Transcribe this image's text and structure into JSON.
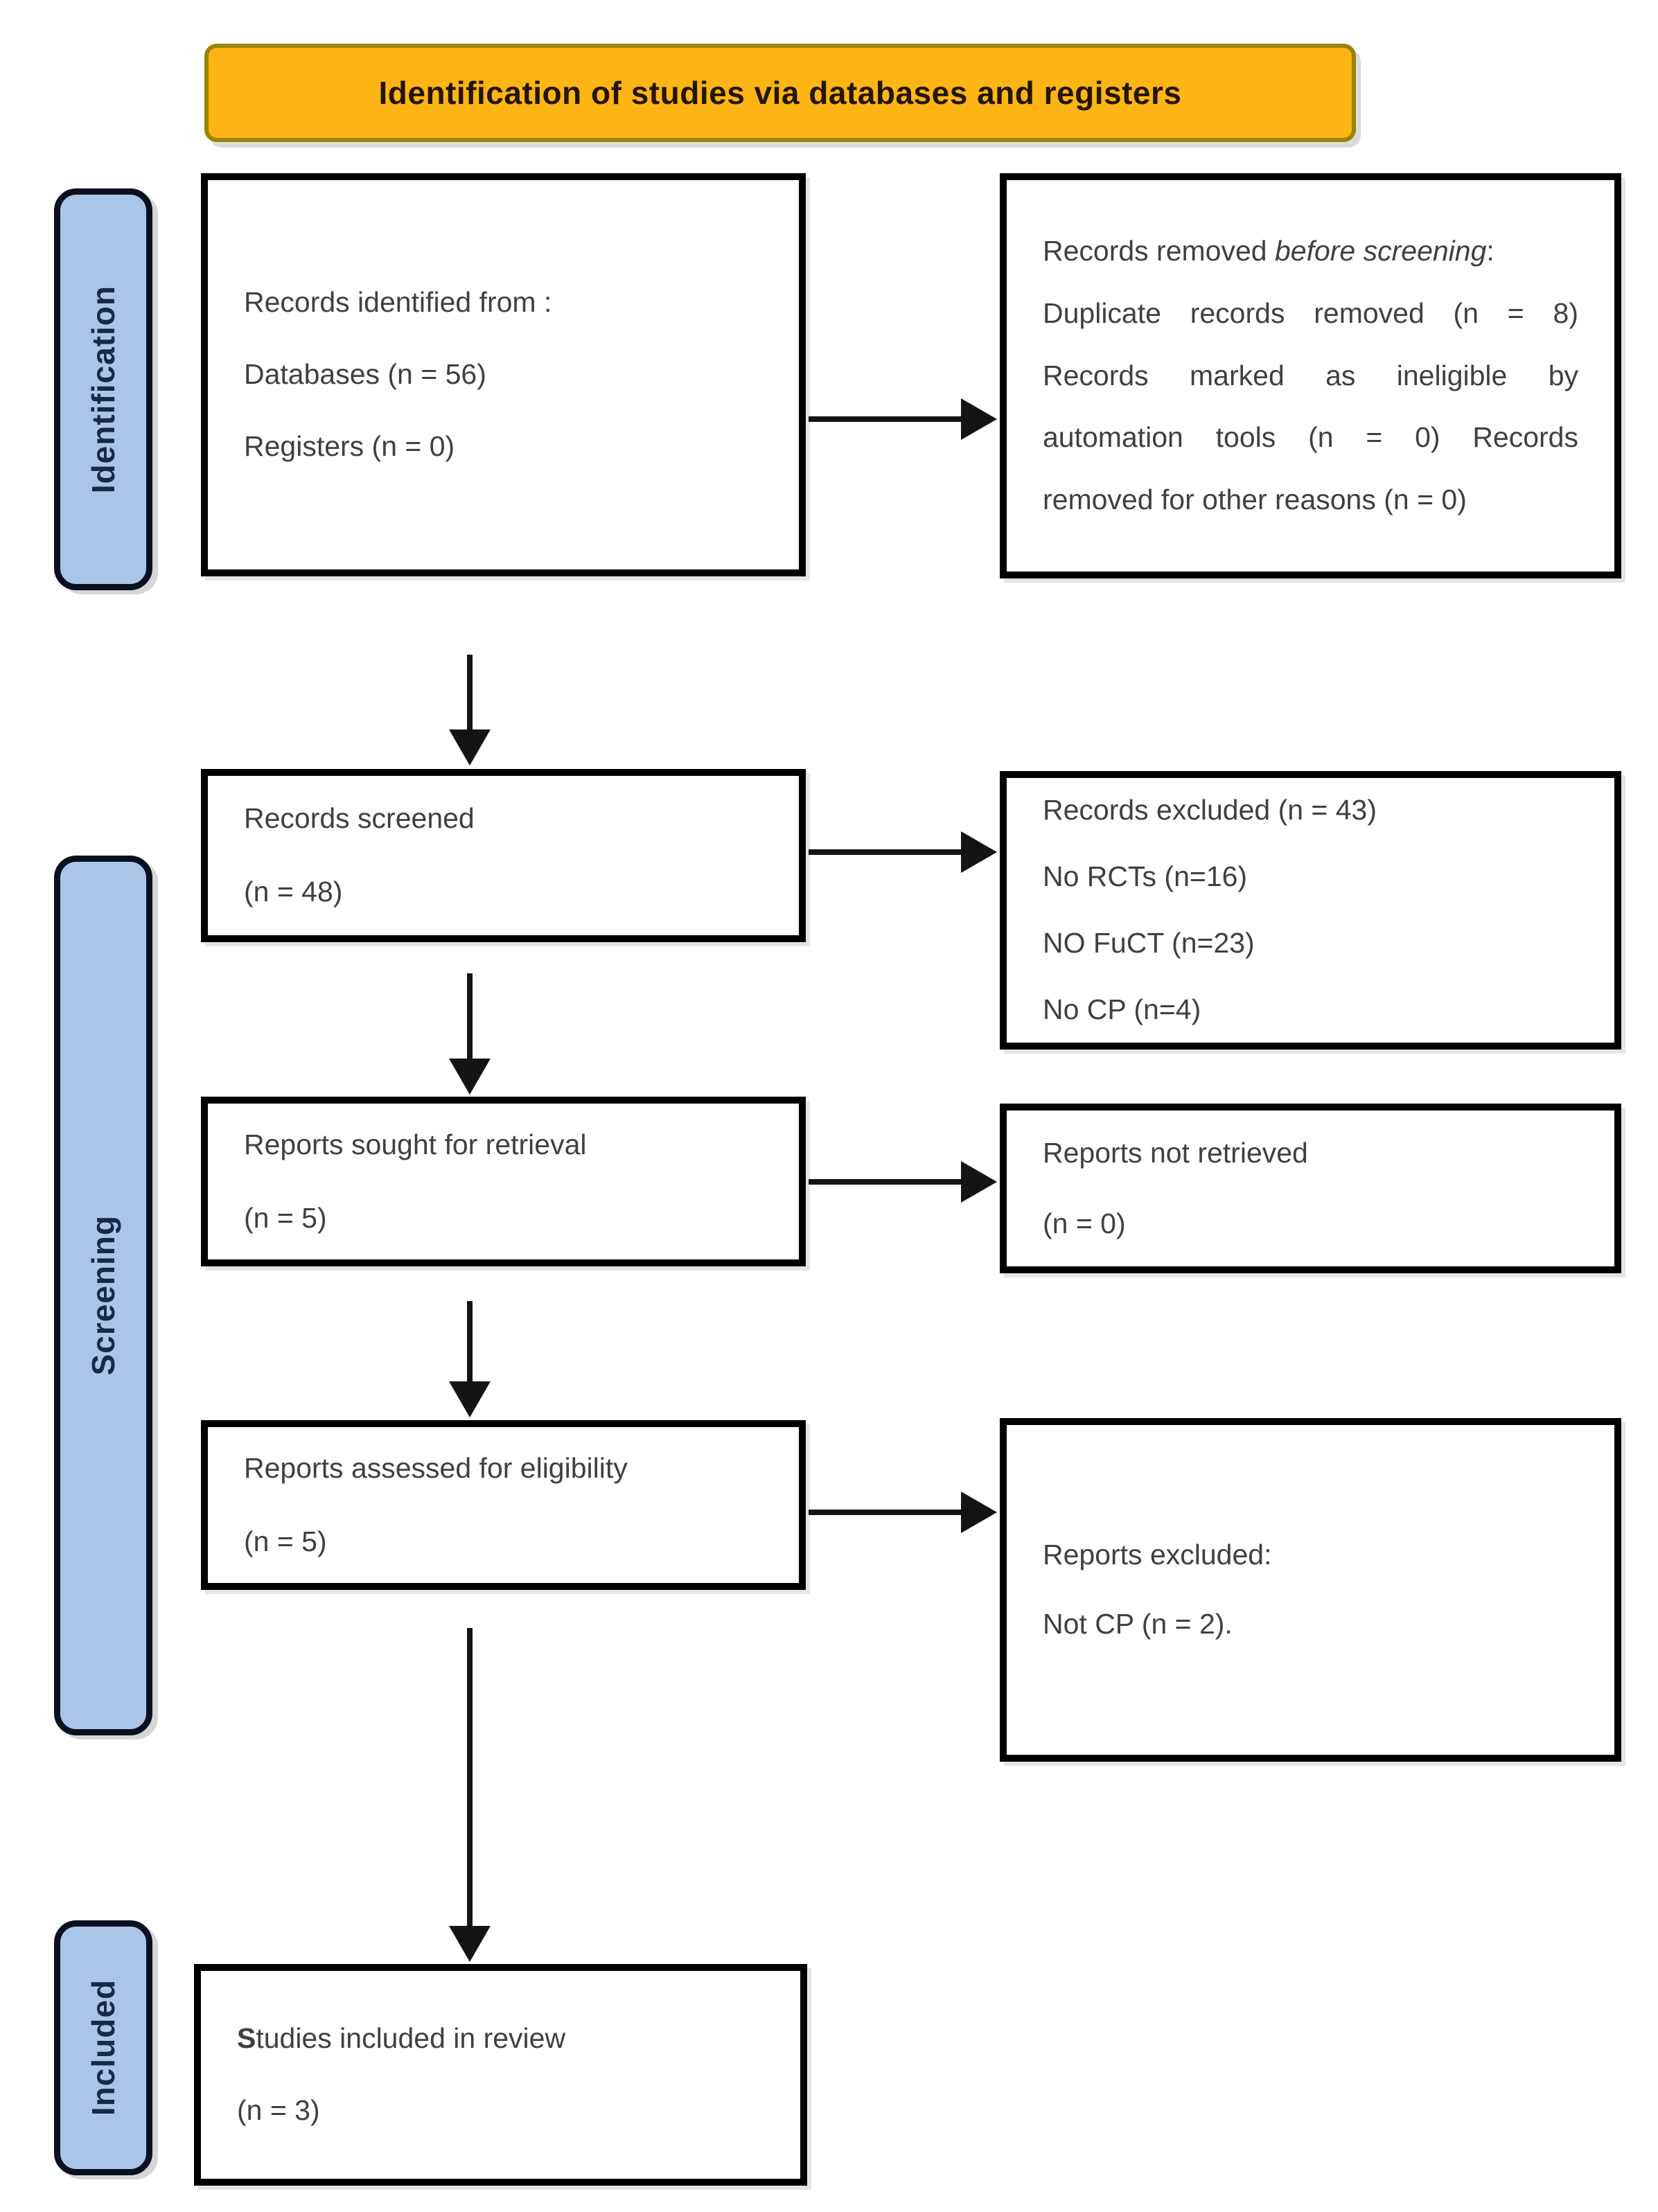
{
  "banner": {
    "title": "Identification of studies via databases and registers"
  },
  "stages": {
    "identification": "Identification",
    "screening": "Screening",
    "included": "Included"
  },
  "boxes": {
    "records_identified": {
      "line1": "Records identified from :",
      "line2": "Databases (n = 56)",
      "line3": "Registers (n = 0)"
    },
    "records_removed": {
      "intro_prefix": "Records removed ",
      "intro_italic": "before screening",
      "intro_suffix": ":",
      "line2": "Duplicate records removed (n = 8)",
      "line3": "Records marked as ineligible by",
      "line4": "automation tools (n = 0) Records",
      "line5": "removed for other reasons (n = 0)"
    },
    "records_screened": {
      "line1": "Records screened",
      "line2": "(n = 48)"
    },
    "records_excluded": {
      "line1": "Records excluded  (n = 43)",
      "line2": "No RCTs (n=16)",
      "line3": "NO FuCT (n=23)",
      "line4": "No CP (n=4)"
    },
    "reports_sought": {
      "line1": "Reports sought for retrieval",
      "line2": "(n = 5)"
    },
    "reports_not_retrieved": {
      "line1": "Reports not retrieved",
      "line2": "(n = 0)"
    },
    "reports_assessed": {
      "line1": "Reports assessed for eligibility",
      "line2": "(n = 5)"
    },
    "reports_excluded": {
      "line1": "Reports excluded:",
      "line2": "Not CP (n = 2)."
    },
    "studies_included": {
      "line1_bold": "S",
      "line1_rest": "tudies included in review",
      "line2": "(n = 3)"
    }
  },
  "colors": {
    "banner_fill": "#fcb515",
    "banner_border": "#9b8400",
    "banner_text": "#241500",
    "stage_fill": "#a9c6e8",
    "stage_border": "#0b1020",
    "stage_text": "#16294b",
    "box_border": "#000000",
    "box_text": "#404040",
    "arrow": "#141414"
  }
}
